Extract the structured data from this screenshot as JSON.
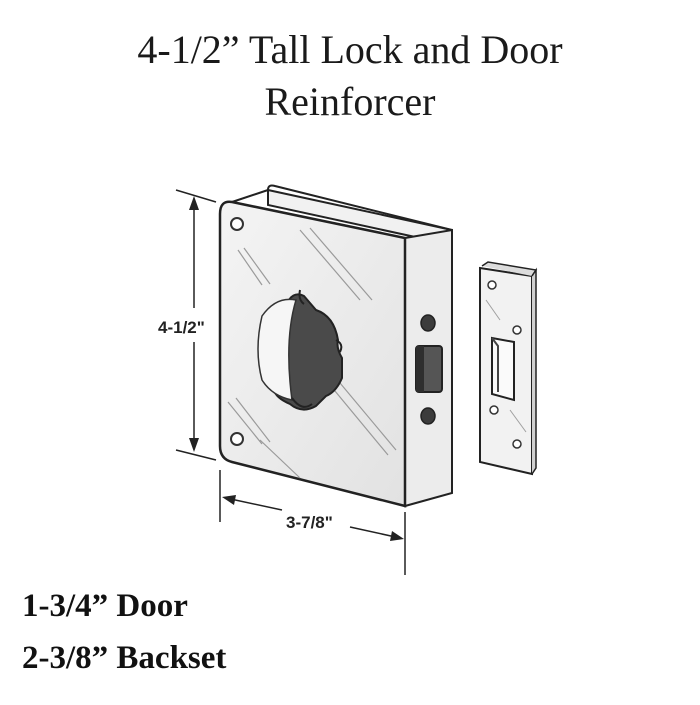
{
  "title": {
    "line1": "4-1/2” Tall Lock and Door",
    "line2": "Reinforcer"
  },
  "diagram": {
    "height_label": "4-1/2\"",
    "width_label": "3-7/8\"",
    "icons": [
      "door-reinforcer-plate",
      "strike-plate"
    ]
  },
  "specs": {
    "door": "1-3/4” Door",
    "backset": "2-3/8” Backset"
  }
}
